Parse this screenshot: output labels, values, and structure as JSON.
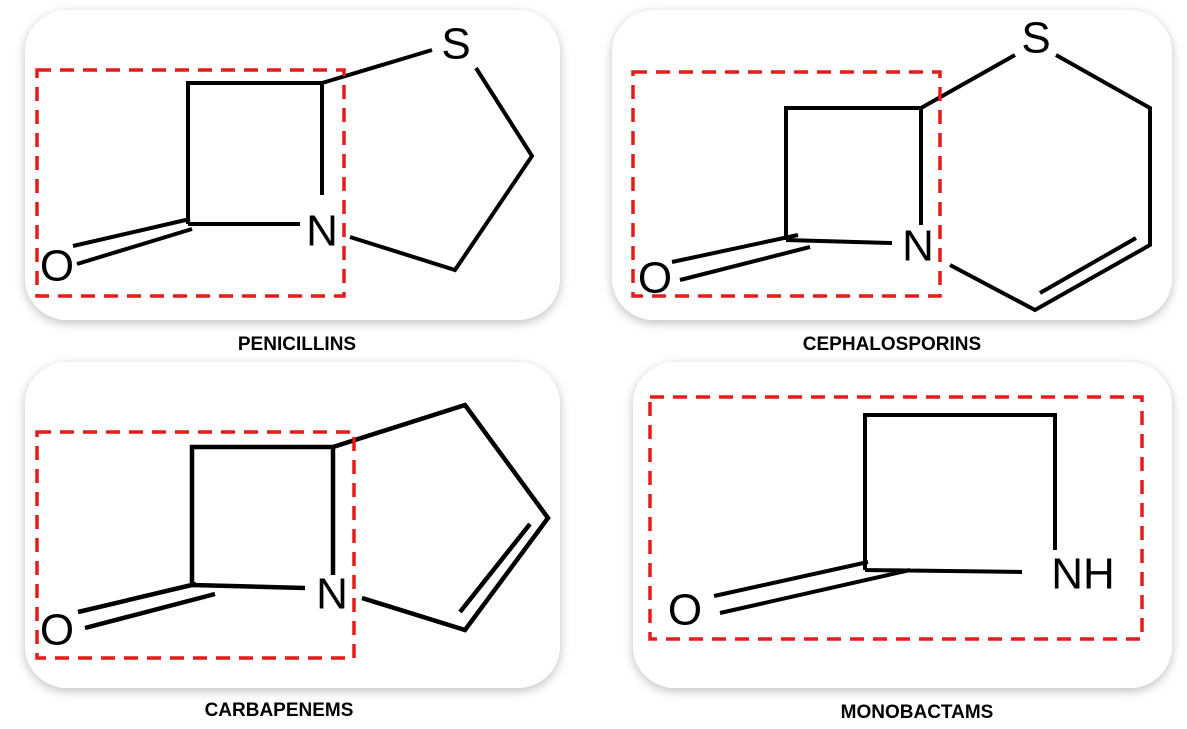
{
  "structures": [
    {
      "name": "PENICILLINS",
      "atoms": {
        "S": "S",
        "N": "N",
        "O": "O"
      }
    },
    {
      "name": "CEPHALOSPORINS",
      "atoms": {
        "S": "S",
        "N": "N",
        "O": "O"
      }
    },
    {
      "name": "CARBAPENEMS",
      "atoms": {
        "N": "N",
        "O": "O"
      }
    },
    {
      "name": "MONOBACTAMS",
      "atoms": {
        "NH": "NH",
        "O": "O"
      }
    }
  ],
  "colors": {
    "highlight_box": "#e51c1c",
    "card": "#ffffff"
  }
}
